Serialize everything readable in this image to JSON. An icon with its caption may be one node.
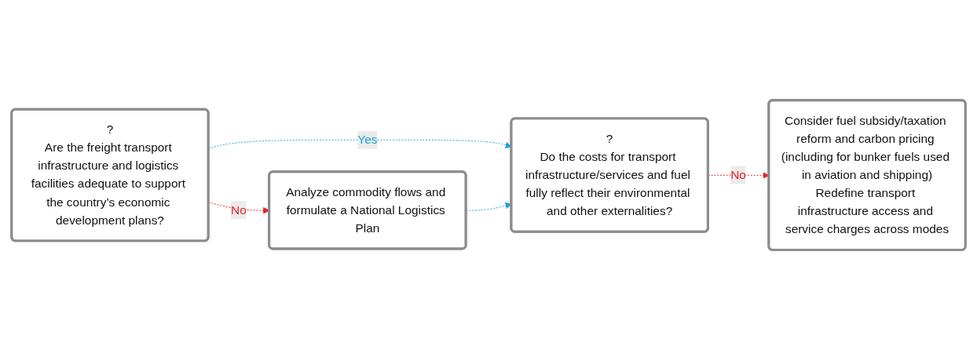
{
  "diagram": {
    "nodes": [
      {
        "text": [
          "?",
          "Are the freight transport infrastructure and logistics facilities adequate to support the country’s economic development plans?"
        ]
      },
      {
        "text": [
          "Analyze commodity flows and formulate a National Logistics Plan"
        ]
      },
      {
        "text": [
          "?",
          "Do the costs for transport infrastructure/services and fuel fully reflect their environmental and other externalities?"
        ]
      },
      {
        "text": [
          "Consider fuel subsidy/taxation reform and carbon pricing (including for bunker fuels used in aviation and shipping)",
          "Redefine transport infrastructure access and service charges across modes"
        ]
      }
    ],
    "edges": [
      {
        "from": 0,
        "to": 1,
        "arrow": "to",
        "label": "No",
        "style": "dashed",
        "color": "#e8202a"
      },
      {
        "from": 0,
        "to": 2,
        "arrow": "to",
        "label": "Yes",
        "style": "dashed",
        "color": "#1aa3dc"
      },
      {
        "from": 1,
        "to": 2,
        "arrow": "to",
        "style": "dashed",
        "color": "#1aa3dc"
      },
      {
        "from": 2,
        "to": 3,
        "arrow": "to",
        "label": "No",
        "style": "dashed",
        "color": "#e8202a"
      }
    ]
  }
}
